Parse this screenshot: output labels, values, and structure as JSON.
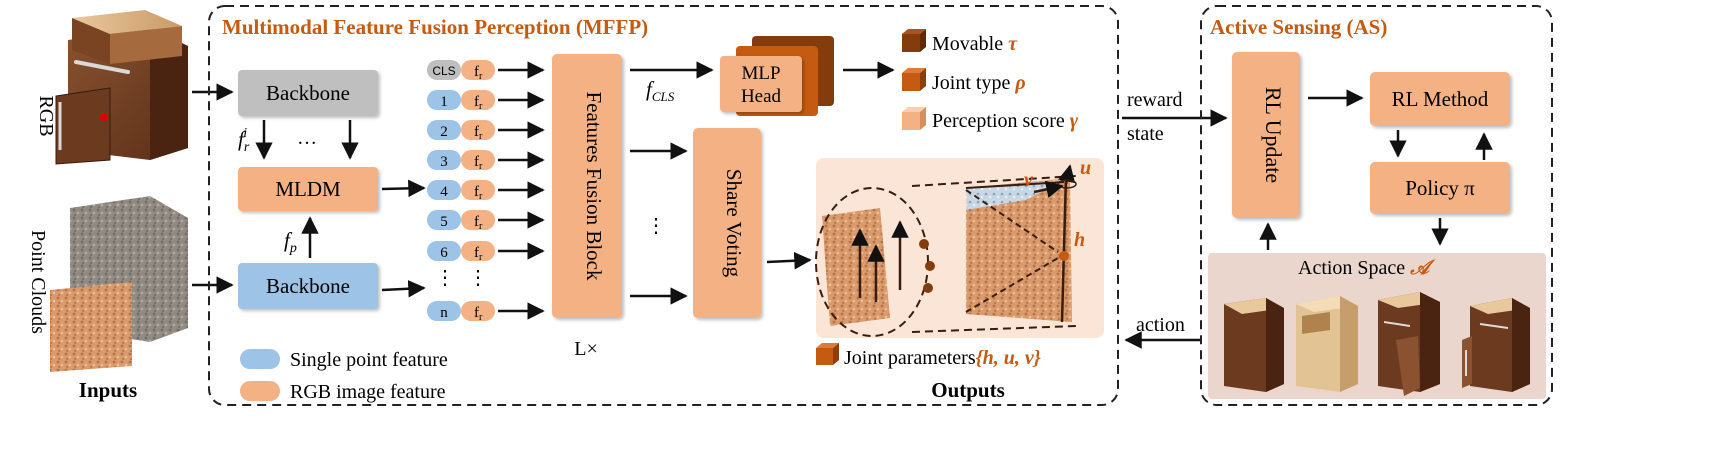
{
  "inputs": {
    "rgb_label": "RGB",
    "pointcloud_label": "Point Clouds",
    "title": "Inputs"
  },
  "mffp": {
    "title": "Multimodal Feature Fusion Perception (MFFP)",
    "backbone_top": "Backbone",
    "backbone_bottom": "Backbone",
    "mldm": "MLDM",
    "fr_base": "f",
    "fr_sub": "r",
    "fr_sup": "i",
    "fp_base": "f",
    "fp_sub": "p",
    "dots": "…",
    "token_cls": "CLS",
    "token_feature": "f",
    "token_feature_sub": "r",
    "token_rows": [
      "1",
      "2",
      "3",
      "4",
      "5",
      "6",
      "n"
    ],
    "colon_dots": "⋮",
    "fusion_block": "Features Fusion Block",
    "layers": "L×",
    "fcls_base": "f",
    "fcls_sub": "CLS",
    "mlp_head_line1": "MLP",
    "mlp_head_line2": "Head",
    "share_voting": "Share Voting",
    "vertical_dots": "⋮",
    "legend_single": "Single point feature",
    "legend_rgb": "RGB image feature"
  },
  "outputs": {
    "movable_label": "Movable",
    "movable_symbol": "τ",
    "joint_type_label": "Joint type",
    "joint_type_symbol": "ρ",
    "perception_label": "Perception score",
    "perception_symbol": "γ",
    "joint_params_label": "Joint parameters",
    "joint_params_symbols": "{h, u, v}",
    "label_u": "u",
    "label_v": "v",
    "label_h": "h",
    "title": "Outputs"
  },
  "links": {
    "reward": "reward",
    "state": "state",
    "action": "action"
  },
  "as": {
    "title": "Active Sensing (AS)",
    "rl_update": "RL Update",
    "rl_method": "RL Method",
    "policy": "Policy π",
    "action_space": "Action Space",
    "action_space_symbol": "𝒜"
  },
  "colors": {
    "orange_box": "#f4b183",
    "blue_box": "#9dc3e6",
    "gray_box": "#bfbfbf",
    "title_orange": "#c55a11",
    "mlp_dark": "#843c0c",
    "mlp_mid": "#c55a11",
    "symbol_orange": "#c55a11",
    "wood_dark": "#6b3a1f",
    "wood_light": "#e8c79a"
  }
}
